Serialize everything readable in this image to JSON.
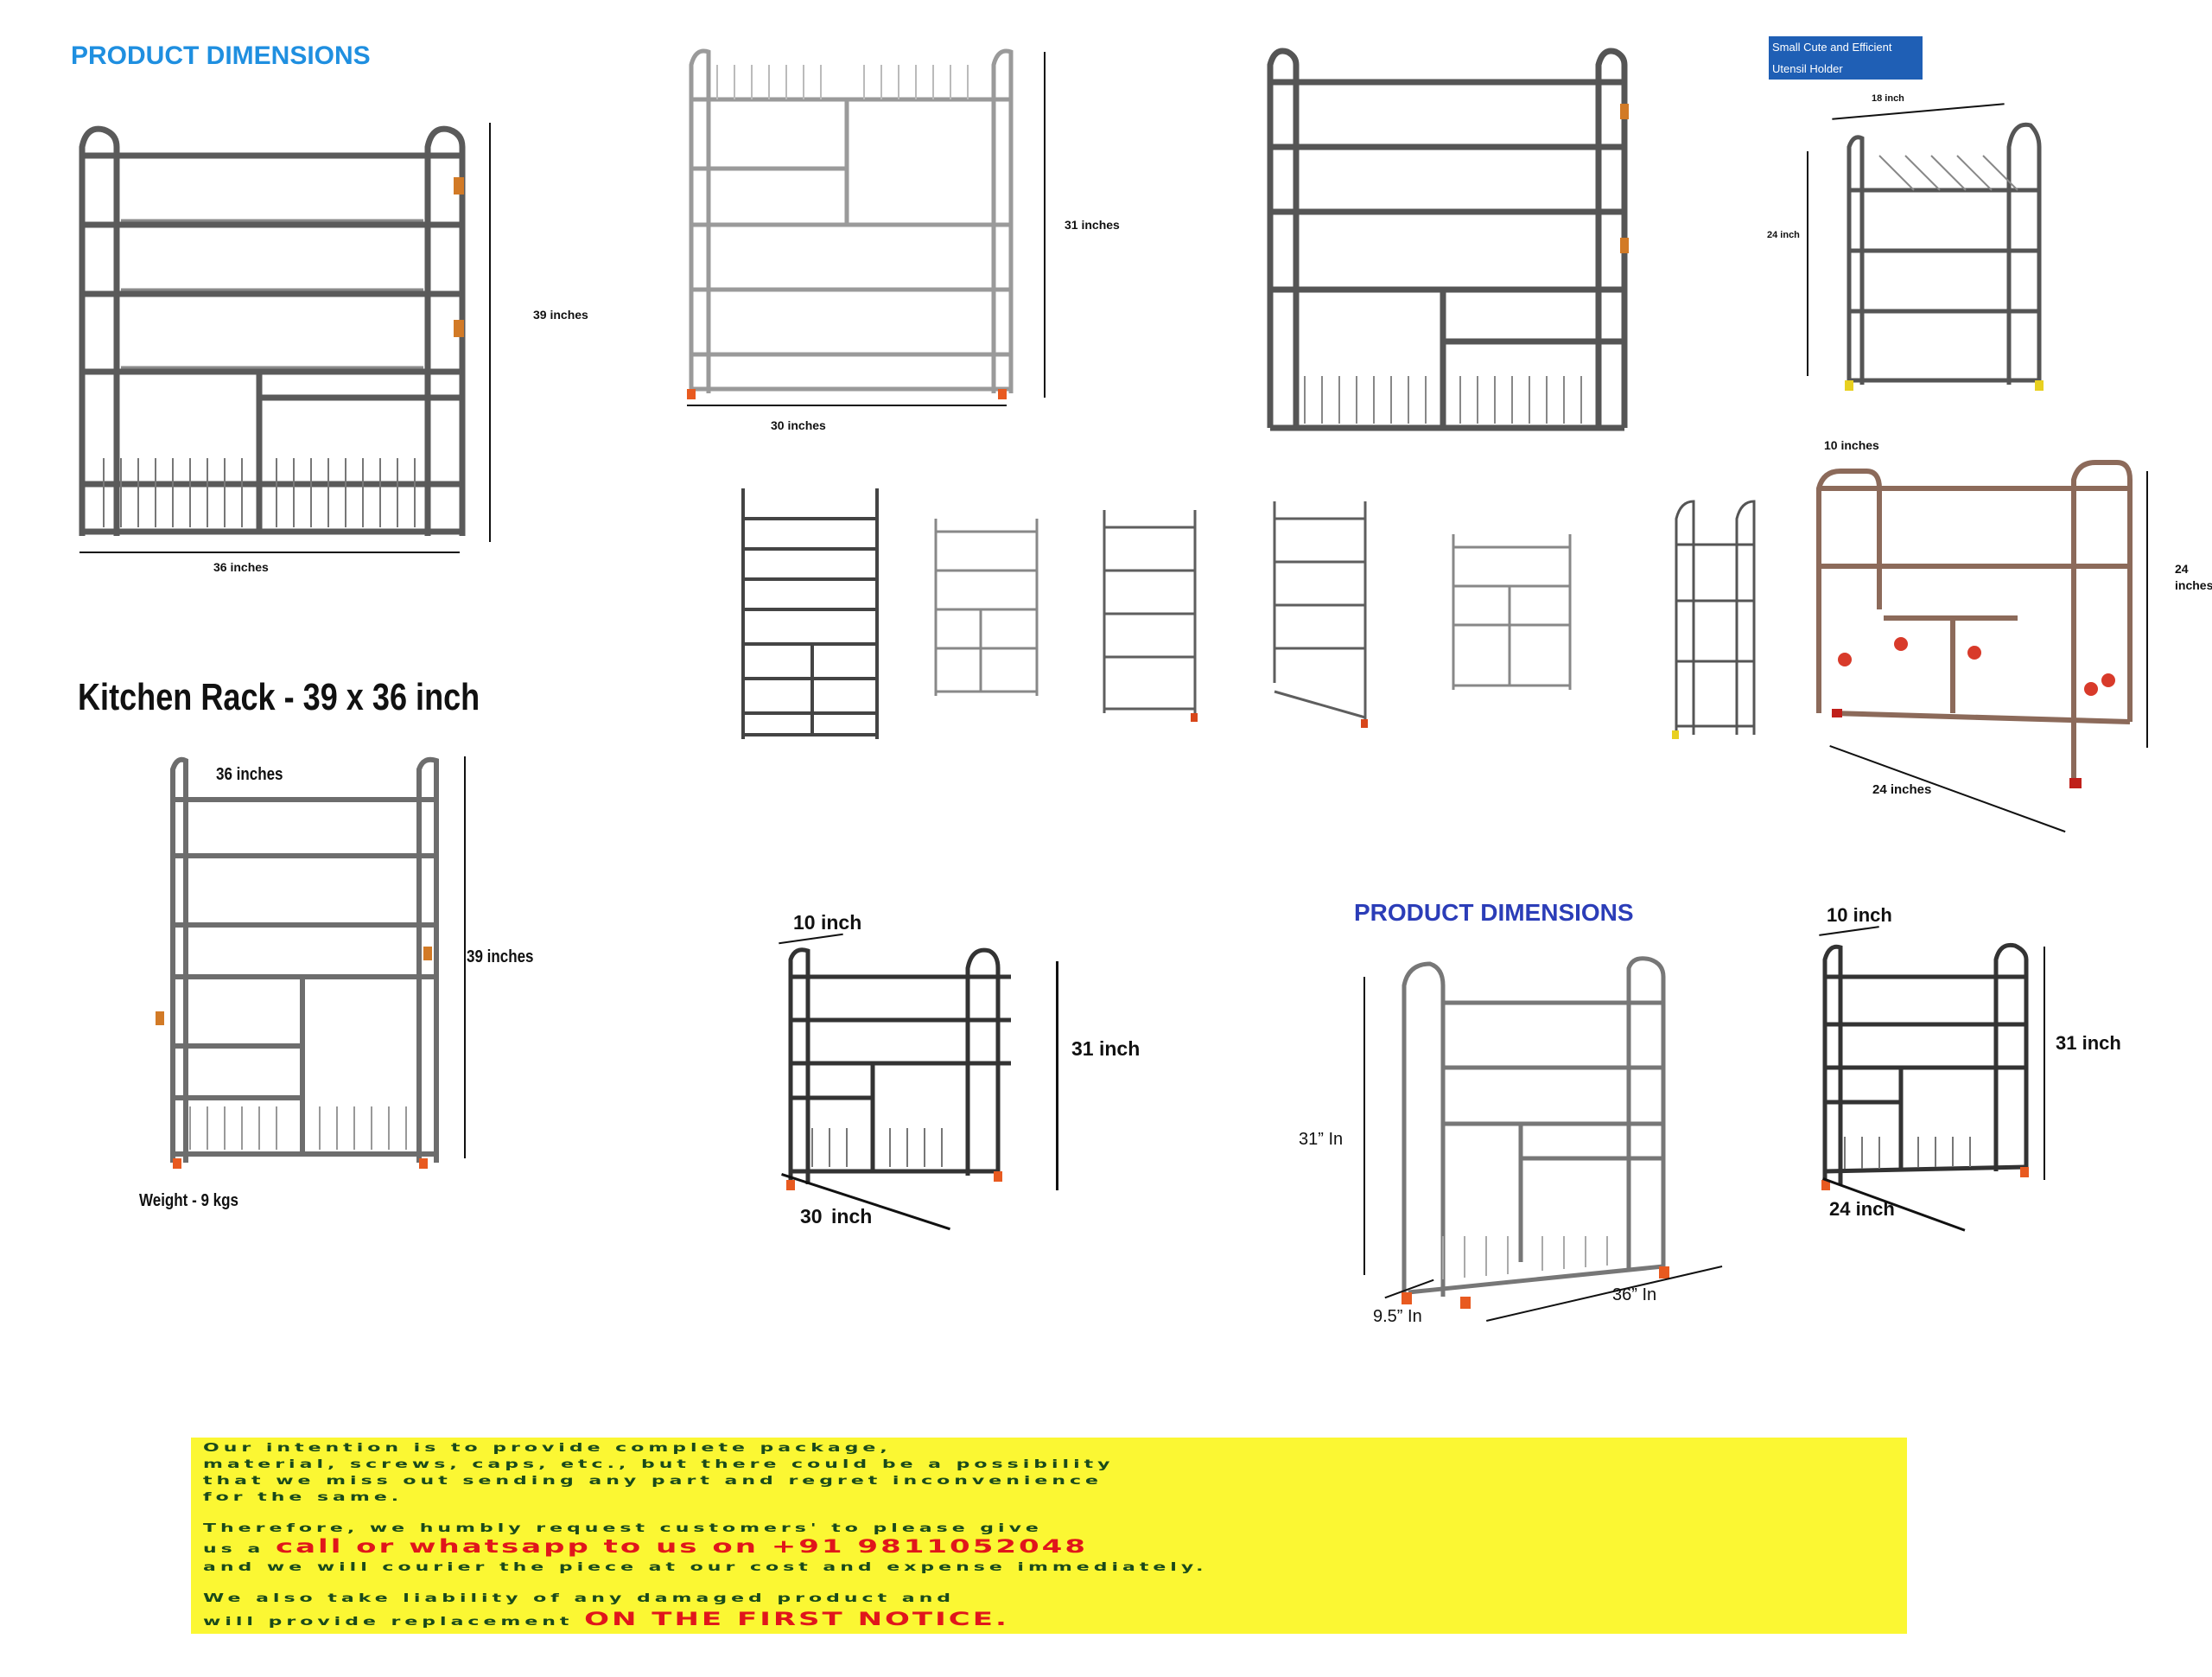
{
  "headings": {
    "product_dimensions_top": "PRODUCT DIMENSIONS",
    "product_dimensions_bottom": "PRODUCT DIMENSIONS",
    "kitchen_rack_title": "Kitchen Rack - 39 x 36 inch",
    "small_box_line1": "Small Cute and Efficient",
    "small_box_line2": "Utensil Holder"
  },
  "labels": {
    "r1_height": "39 inches",
    "r1_width": "36 inches",
    "r2_height": "31 inches",
    "r2_width": "30 inches",
    "r4_width": "18 inch",
    "r4_height": "24 inch",
    "r5_depth": "10 inches",
    "r5_height_a": "24",
    "r5_height_b": "inches",
    "r5_width": "24  inches",
    "r6_width": "36 inches",
    "r6_height": "39 inches",
    "weight": "Weight - 9 kgs",
    "r7_depth": "10 inch",
    "r7_height": "31 inch",
    "r7_width_a": "30",
    "r7_width_b": "inch",
    "r8_height": "31” In",
    "r8_depth": "9.5” In",
    "r8_width": "36” In",
    "r9_depth": "10 inch",
    "r9_height": "31 inch",
    "r9_width": "24 inch"
  },
  "notice": {
    "line1": "Our intention is to provide complete package,",
    "line2": "material, screws, caps, etc., but there could be a possibility",
    "line3": "that we miss out sending any part and regret inconvenience",
    "line4": "for the same.",
    "line5": "Therefore, we humbly request customers' to please give",
    "line6_prefix": "us a",
    "line6_red": "call or whatsapp to us on +91 9811052048",
    "line7": "and we will courier the piece at our cost and expense immediately.",
    "line8": "We also take liability of any damaged product and",
    "line9_prefix": "will provide replacement",
    "line9_red": "ON THE FIRST NOTICE."
  },
  "colors": {
    "heading_blue_top": "#1f8fe0",
    "heading_blue_bottom": "#2b3db8",
    "notice_bg": "#fbf733",
    "notice_text": "#1a4a1a",
    "notice_red": "#e0161b",
    "rack_steel": "#6b6b6b",
    "small_box_bg": "#1f5fb5"
  },
  "icons": [
    "kitchen-rack-illustration",
    "dimension-arrow"
  ]
}
